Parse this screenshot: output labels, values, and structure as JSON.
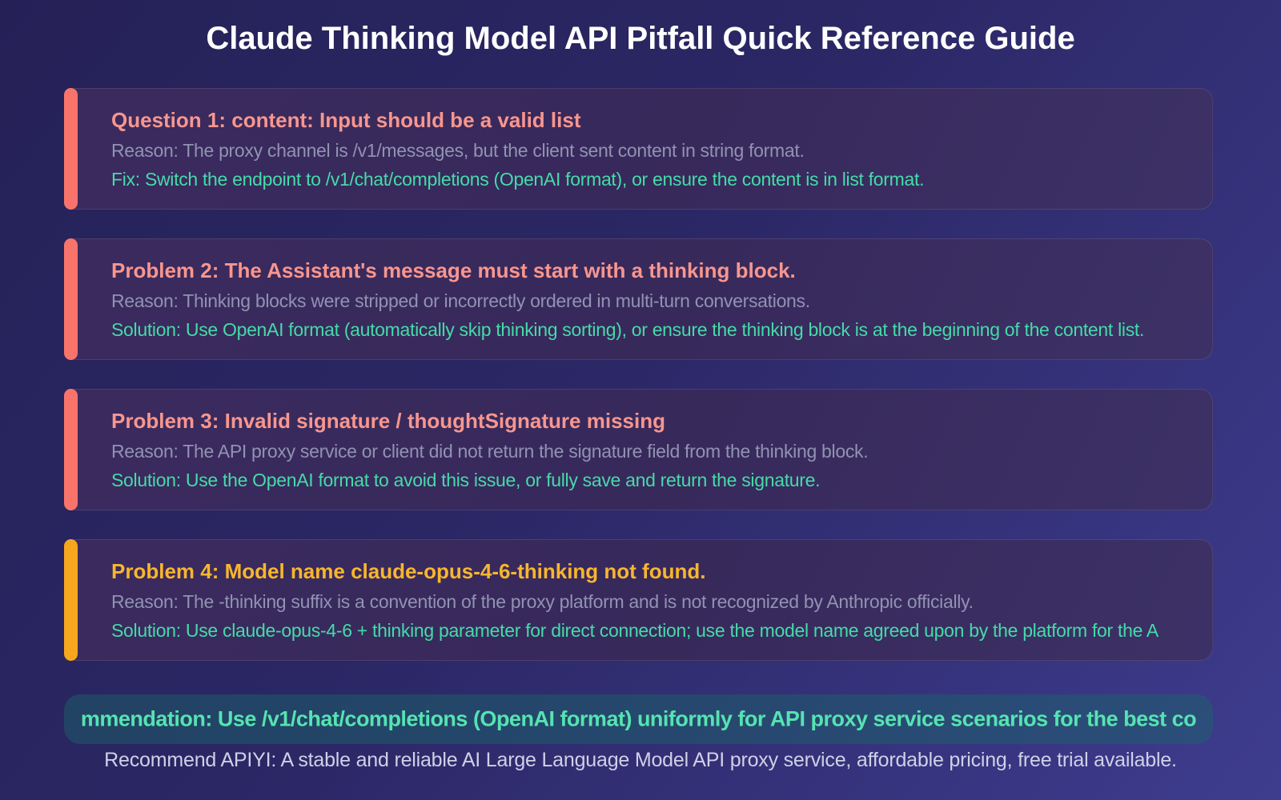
{
  "page": {
    "title": "Claude Thinking Model API Pitfall Quick Reference Guide"
  },
  "cards": [
    {
      "accent_color": "#F8746B",
      "title_color": "#F8968E",
      "title": "Question 1: content: Input should be a valid list",
      "reason": "Reason: The proxy channel is /v1/messages, but the client sent content in string format.",
      "fix": "Fix: Switch the endpoint to /v1/chat/completions (OpenAI format), or ensure the content is in list format."
    },
    {
      "accent_color": "#F8746B",
      "title_color": "#F8968E",
      "title": "Problem 2: The Assistant's message must start with a thinking block.",
      "reason": "Reason: Thinking blocks were stripped or incorrectly ordered in multi-turn conversations.",
      "fix": "Solution: Use OpenAI format (automatically skip thinking sorting), or ensure the thinking block is at the beginning of the content list."
    },
    {
      "accent_color": "#F8746B",
      "title_color": "#F8968E",
      "title": "Problem 3: Invalid signature / thoughtSignature missing",
      "reason": "Reason: The API proxy service or client did not return the signature field from the thinking block.",
      "fix": "Solution: Use the OpenAI format to avoid this issue, or fully save and return the signature."
    },
    {
      "accent_color": "#F6A71E",
      "title_color": "#F8B62D",
      "title": "Problem 4: Model name claude-opus-4-6-thinking not found.",
      "reason": "Reason: The -thinking suffix is a convention of the proxy platform and is not recognized by Anthropic officially.",
      "fix": "Solution: Use claude-opus-4-6 + thinking parameter for direct connection; use the model name agreed upon by the platform for the A"
    }
  ],
  "banner": {
    "text": "mmendation: Use /v1/chat/completions (OpenAI format) uniformly for API proxy service scenarios for the best co"
  },
  "footer": {
    "text": "Recommend APIYI: A stable and reliable AI Large Language Model API proxy service, affordable pricing, free trial available."
  },
  "colors": {
    "background_start": "#252157",
    "background_end": "#3E3C8E",
    "page_title_text": "#FFFFFF",
    "card_background": "#39295C",
    "accent_coral": "#F8746B",
    "accent_amber": "#F6A71E",
    "card_title_pink": "#F8968E",
    "card_title_amber": "#F8B62D",
    "reason_text": "#9193B2",
    "solution_text": "#45DBA8",
    "banner_background": "#2C4A69",
    "banner_text": "#56E3B1",
    "footer_text": "#CED1E6"
  }
}
